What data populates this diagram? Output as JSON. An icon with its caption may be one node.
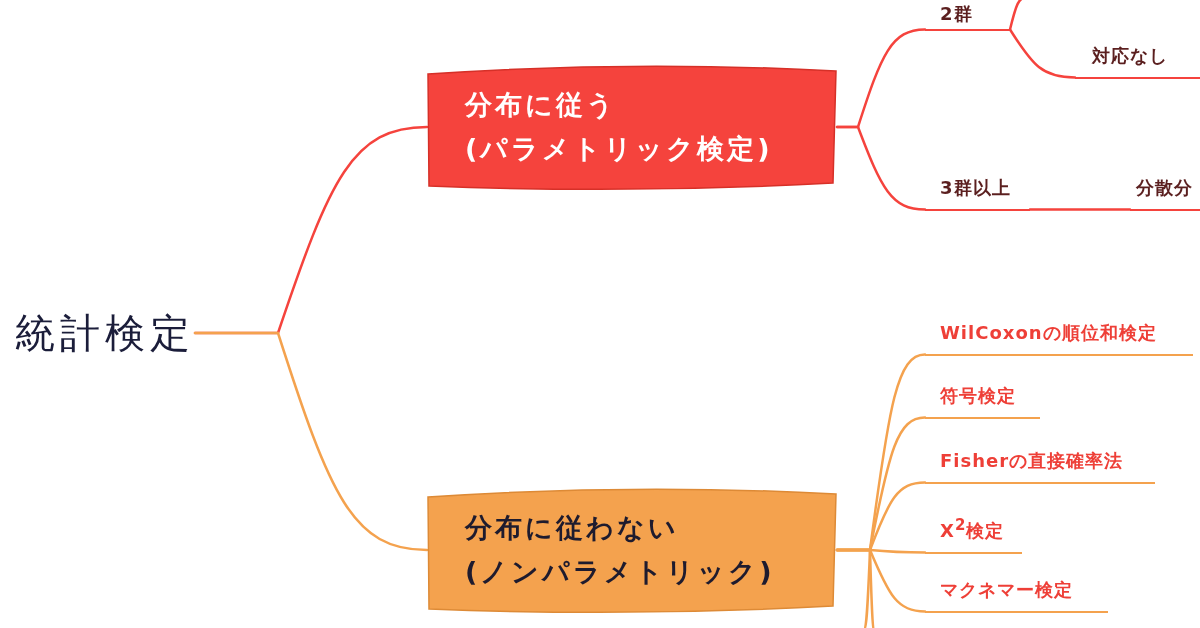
{
  "diagram": {
    "nodes": [
      {
        "text": [
          "統計検定"
        ]
      },
      {
        "text": [
          "分布に従う",
          "(パラメトリック検定)"
        ]
      },
      {
        "text": [
          "2群"
        ]
      },
      {
        "text": [
          "対応なし"
        ]
      },
      {
        "text": [
          "3群以上"
        ]
      },
      {
        "text": [
          "分散分"
        ]
      },
      {
        "text": [
          "分布に従わない",
          "(ノンパラメトリック)"
        ]
      },
      {
        "text": [
          "WilCoxonの順位和検定"
        ]
      },
      {
        "text": [
          "符号検定"
        ]
      },
      {
        "text": [
          "Fisherの直接確率法"
        ]
      },
      {
        "text": [
          "X$^{2}$検定"
        ]
      },
      {
        "text": [
          "マクネマー検定"
        ]
      }
    ],
    "edges": [
      {
        "from": 0,
        "to": 1,
        "arrow": "none",
        "color": "#f5433d"
      },
      {
        "from": 0,
        "to": 6,
        "arrow": "none"
      },
      {
        "from": 1,
        "to": 2,
        "arrow": "none",
        "color": "#f5433d"
      },
      {
        "from": 1,
        "to": 4,
        "arrow": "none",
        "color": "#f5433d"
      },
      {
        "from": 2,
        "to": 3,
        "arrow": "none",
        "color": "#f5433d"
      },
      {
        "from": 2,
        "to": null,
        "arrow": "none",
        "color": "#f5433d"
      },
      {
        "from": 4,
        "to": 5,
        "arrow": "none",
        "color": "#f5433d"
      },
      {
        "from": 6,
        "to": 7,
        "arrow": "none"
      },
      {
        "from": 6,
        "to": 8,
        "arrow": "none"
      },
      {
        "from": 6,
        "to": 9,
        "arrow": "none"
      },
      {
        "from": 6,
        "to": 10,
        "arrow": "none"
      },
      {
        "from": 6,
        "to": 11,
        "arrow": "none"
      },
      {
        "from": 6,
        "to": null,
        "arrow": "none"
      },
      {
        "from": 6,
        "to": null,
        "arrow": "none"
      }
    ]
  }
}
